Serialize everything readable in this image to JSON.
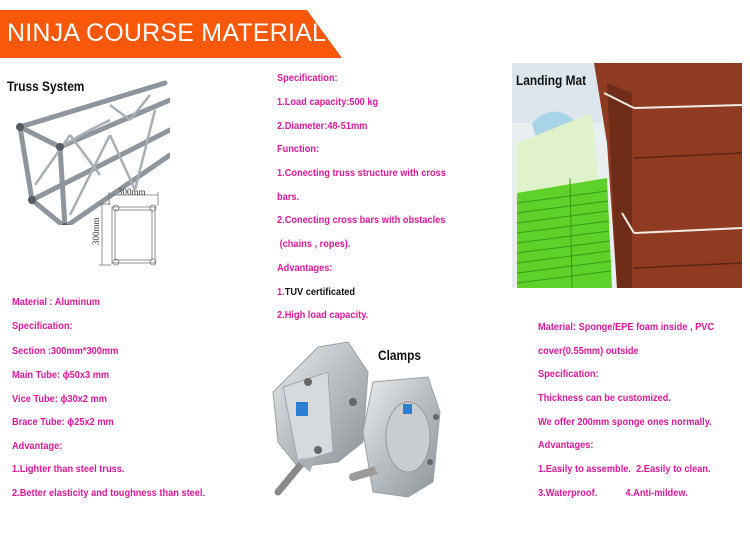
{
  "banner": {
    "title": "NINJA COURSE MATERIAL",
    "color": "#f9580a"
  },
  "truss": {
    "label": "Truss System",
    "dim_width": "300mm",
    "dim_height": "300mm",
    "specs": [
      "Material : Aluminum",
      "Specification:",
      "Section :300mm*300mm",
      "Main Tube: ϕ50x3 mm",
      "Vice Tube:  ϕ30x2 mm",
      "Brace Tube:  ϕ25x2 mm",
      "Advantage:",
      "1.Lighter than steel truss.",
      "2.Better elasticity and toughness than steel."
    ]
  },
  "clamps": {
    "label": "Clamps",
    "specs": [
      "Specification:",
      "1.Load capacity:500 kg",
      "2.Diameter:48-51mm",
      "Function:",
      "1.Conecting truss structure with cross",
      "bars.",
      "2.Conecting cross bars with obstacles",
      " (chains , ropes).",
      "Advantages:"
    ],
    "adv1_num": "1.",
    "adv1_text": "TUV certificated",
    "adv2": "2.High load capacity."
  },
  "landing_mat": {
    "label": "Landing Mat",
    "specs": [
      "Material: Sponge/EPE foam inside , PVC",
      "cover(0.55mm) outside",
      "Specification:",
      "Thickness can be customized.",
      "We offer 200mm sponge ones normally.",
      "Advantages:",
      "1.Easily to assemble.  2.Easily to clean.",
      "3.Waterproof.           4.Anti-mildew."
    ]
  },
  "colors": {
    "text_accent": "#e2189a",
    "mat_green": "#5fd62c",
    "mat_brown": "#8c3a22"
  }
}
